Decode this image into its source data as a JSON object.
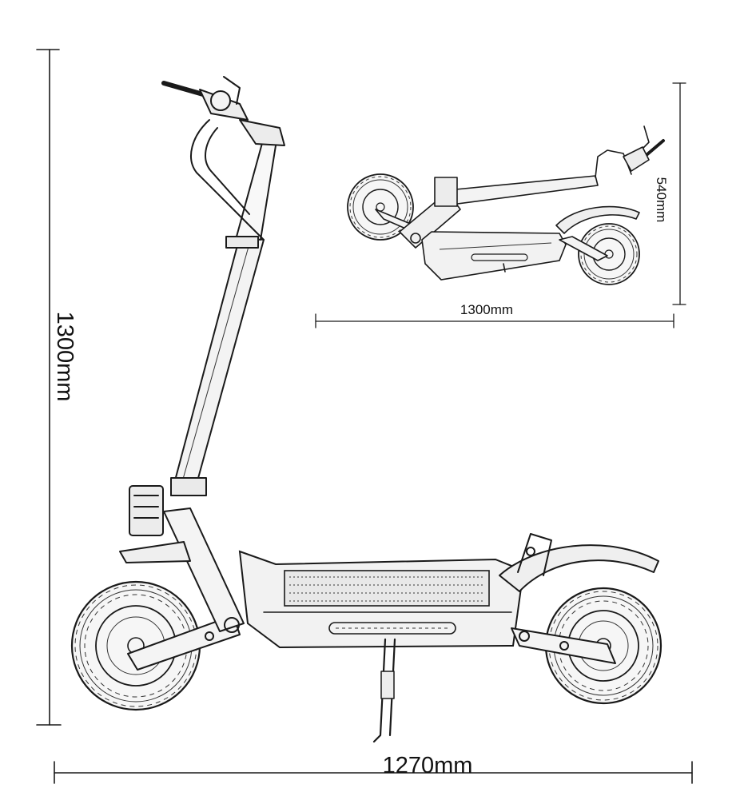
{
  "dimensions": {
    "height_unfolded": "1300mm",
    "length_unfolded": "1270mm",
    "length_folded": "1300mm",
    "height_folded": "540mm"
  },
  "colors": {
    "line": "#1a1a1a",
    "background": "#ffffff"
  }
}
